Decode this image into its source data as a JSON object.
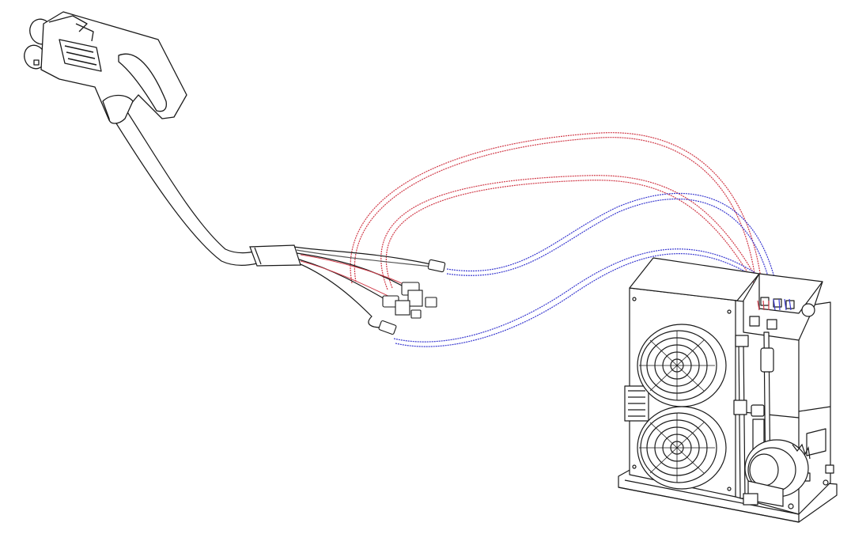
{
  "colors": {
    "background": "#ffffff",
    "outline": "#1a1a1a",
    "hot_line": "#d13c4a",
    "cold_line": "#3a3ad0",
    "grey_line": "#555555"
  },
  "parts": {
    "connector": "charging-connector-handle",
    "cable": "charging-cable",
    "hot_hoses": "red-coolant-hoses",
    "cold_hoses": "blue-coolant-hoses",
    "cooling_unit": "cooling-unit",
    "fans": "twin-radiator-fans",
    "pump": "coolant-pump"
  }
}
